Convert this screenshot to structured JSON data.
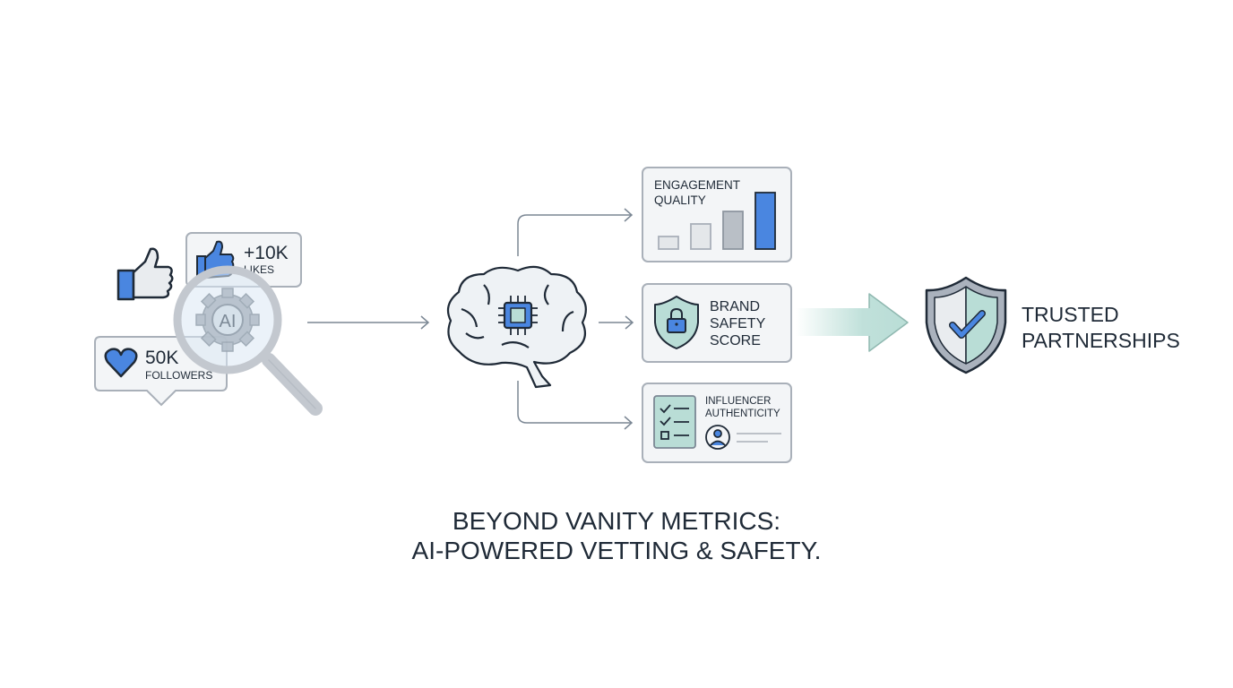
{
  "inputs": {
    "likes": {
      "value": "+10K",
      "label": "LIKES"
    },
    "followers": {
      "value": "50K",
      "label": "FOLLOWERS"
    },
    "magnifier_label": "AI"
  },
  "outputs": [
    {
      "title_line1": "ENGAGEMENT",
      "title_line2": "QUALITY",
      "icon": "bar-chart-icon"
    },
    {
      "title_line1": "BRAND",
      "title_line2": "SAFETY",
      "title_line3": "SCORE",
      "icon": "shield-lock-icon"
    },
    {
      "title_line1": "INFLUENCER",
      "title_line2": "AUTHENTICITY",
      "icon": "checklist-profile-icon"
    }
  ],
  "result": {
    "line1": "TRUSTED",
    "line2": "PARTNERSHIPS",
    "icon": "shield-check-icon"
  },
  "caption": {
    "line1": "BEYOND VANITY METRICS:",
    "line2": "AI-POWERED VETTING & SAFETY."
  },
  "colors": {
    "accent_blue": "#4a86e0",
    "accent_teal": "#b9ddd6",
    "stroke": "#1f2a37",
    "card_border": "#a9b0b9",
    "card_fill": "#f3f5f7"
  }
}
